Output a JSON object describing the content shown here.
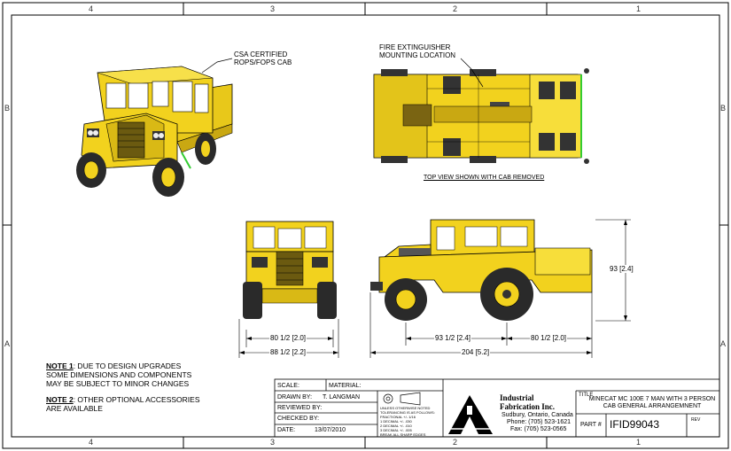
{
  "zones": {
    "top": [
      "4",
      "3",
      "2",
      "1"
    ],
    "bottom": [
      "4",
      "3",
      "2",
      "1"
    ],
    "left": [
      "B",
      "A"
    ],
    "right": [
      "B",
      "A"
    ]
  },
  "callouts": {
    "cab": "CSA CERTIFIED ROPS/FOPS CAB",
    "cab_l1": "CSA CERTIFIED",
    "cab_l2": "ROPS/FOPS CAB",
    "fire_l1": "FIRE EXTINGUISHER",
    "fire_l2": "MOUNTING LOCATION",
    "top_view": "TOP VIEW SHOWN WITH CAB REMOVED"
  },
  "dimensions": {
    "front_track": "80 1/2 [2.0]",
    "front_width": "88 1/2 [2.2]",
    "front_overhang": "93 1/2 [2.4]",
    "rear_overhang": "80 1/2 [2.0]",
    "overall_length": "204 [5.2]",
    "height": "93 [2.4]"
  },
  "notes": {
    "n1_head": "NOTE 1",
    "n1_l1": ": DUE TO DESIGN UPGRADES",
    "n1_l2": "SOME DIMENSIONS AND COMPONENTS",
    "n1_l3": "MAY BE SUBJECT TO MINOR CHANGES",
    "n2_head": "NOTE 2",
    "n2_l1": ": OTHER OPTIONAL ACCESSORIES",
    "n2_l2": "ARE AVAILABLE"
  },
  "title_block": {
    "scale_label": "SCALE:",
    "material_label": "MATERIAL:",
    "drawn_by_label": "DRAWN BY:",
    "drawn_by": "T. LANGMAN",
    "reviewed_by_label": "REVIEWED BY:",
    "checked_by_label": "CHECKED BY:",
    "date_label": "DATE:",
    "date": "13/07/2010",
    "tolerance_l1": "UNLESS OTHERWISE NOTED",
    "tolerance_l2": "TOLERANCING IS AS FOLLOWS:",
    "tolerance_l3": "FRACTIONAL +/- 1/16",
    "tolerance_l4": "1 DECIMAL +/- .030",
    "tolerance_l5": "2 DECIMAL +/- .010",
    "tolerance_l6": "3 DECIMAL +/- .005",
    "tolerance_l7": "BREAK ALL SHARP EDGES",
    "company": "Industrial Fabrication Inc.",
    "company_l1": "Industrial",
    "company_l2": "Fabrication Inc.",
    "city": "Sudbury, Ontario, Canada",
    "phone": "Phone: (705) 523-1621",
    "fax": "Fax: (705) 523-0565",
    "title_label": "TITLE",
    "title_l1": "MINECAT MC 100E 7 MAN WITH 3 PERSON",
    "title_l2": "CAB GENERAL ARRANGEMNENT",
    "part_label": "PART #",
    "part_number": "IFID99043",
    "rev_label": "REV"
  },
  "colors": {
    "vehicle_yellow": "#f2d21e",
    "vehicle_dark": "#b89a10",
    "tire": "#2a2a2a",
    "line": "#000000"
  }
}
